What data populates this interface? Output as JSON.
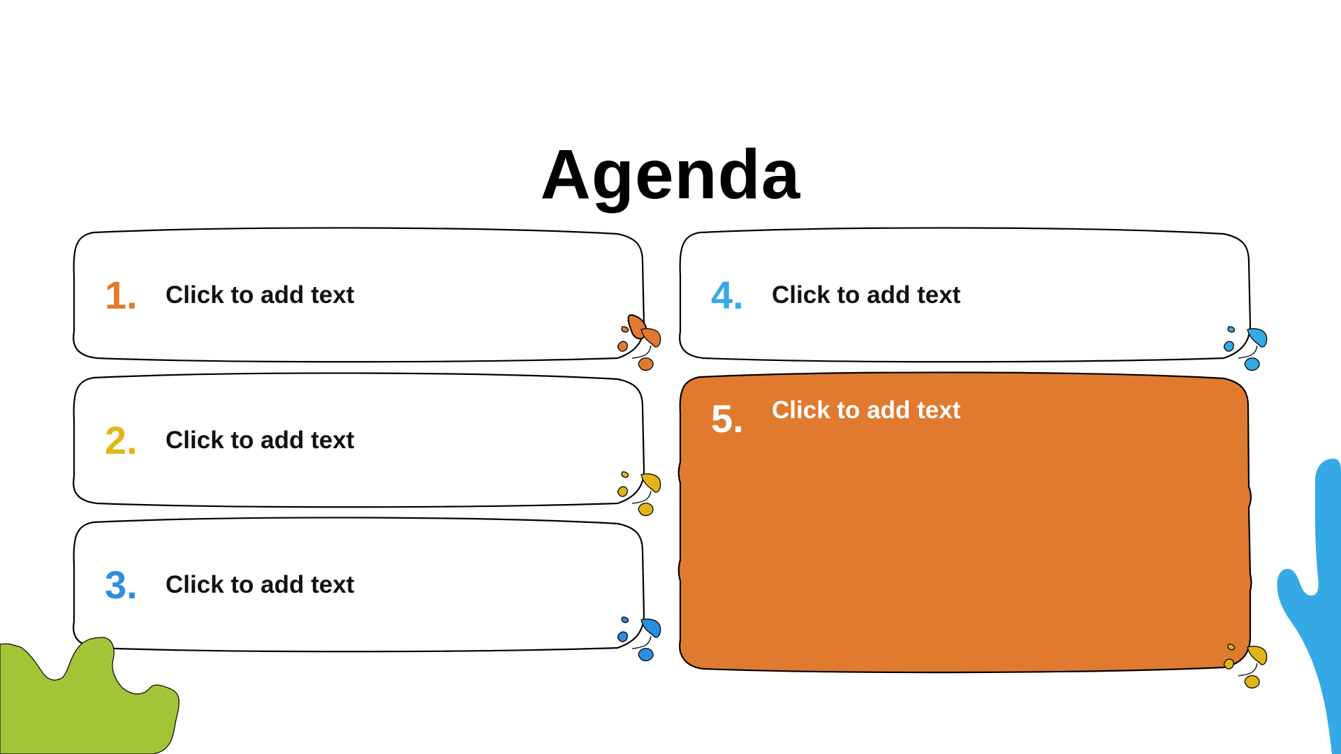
{
  "slide": {
    "title": "Agenda"
  },
  "colors": {
    "orange": "#E07A2E",
    "yellow": "#E2B517",
    "blue": "#2D8EE0",
    "light_blue": "#35A9E6",
    "green": "#A3C437",
    "outline": "#000000"
  },
  "items": [
    {
      "number": "1.",
      "text": "Click to add text",
      "accent": "orange"
    },
    {
      "number": "2.",
      "text": "Click to add text",
      "accent": "yellow"
    },
    {
      "number": "3.",
      "text": "Click to add text",
      "accent": "blue"
    },
    {
      "number": "4.",
      "text": "Click to add text",
      "accent": "light_blue"
    },
    {
      "number": "5.",
      "text": "Click to add text",
      "accent": "yellow",
      "filled": "orange"
    }
  ]
}
